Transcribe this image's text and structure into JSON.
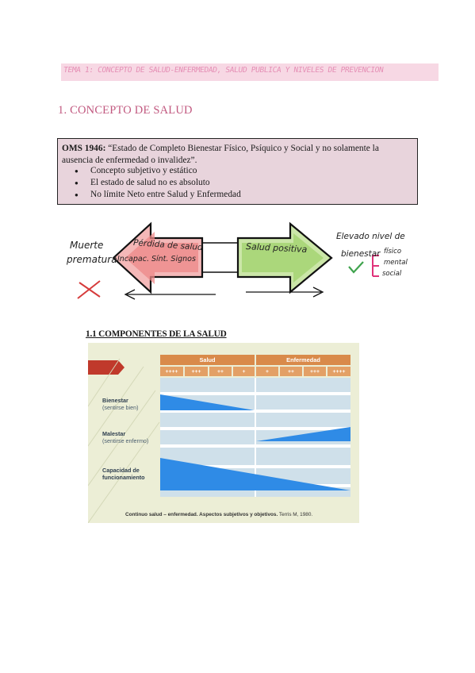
{
  "header": {
    "title": "TEMA 1: CONCEPTO DE SALUD-ENFERMEDAD, SALUD PUBLICA Y NIVELES DE PREVENCION"
  },
  "section1": {
    "heading": "1. CONCEPTO DE SALUD",
    "oms": {
      "label": "OMS 1946:",
      "definition": "“Estado de Completo Bienestar Físico, Psíquico y Social y no solamente la ausencia de enfermedad o invalidez”.",
      "bullets": [
        "Concepto subjetivo y estático",
        "El estado de salud no es absoluto",
        "No límite Neto entre Salud y Enfermedad"
      ]
    },
    "drawing": {
      "left_label_line1": "Muerte",
      "left_label_line2": "prematura",
      "left_mark": "X",
      "left_arrow_line1": "Pérdida de salud",
      "left_arrow_line2": "Incapac. Sínt. Signos",
      "right_arrow_text": "Salud positiva",
      "right_label_line1": "Elevado nivel de",
      "right_label_line2": "bienestar",
      "right_check": "✓",
      "right_items": [
        "físico",
        "mental",
        "social"
      ],
      "colors": {
        "left_fill": "#f29a9a",
        "right_fill": "#a9d37a",
        "check": "#3fa34d",
        "bracket": "#e0337a"
      }
    }
  },
  "section11": {
    "heading": "1.1 COMPONENTES DE LA SALUD",
    "figure": {
      "col_headers": [
        "Salud",
        "Enfermedad"
      ],
      "salud_ticks": [
        "++++",
        "+++",
        "++",
        "+"
      ],
      "enfermedad_ticks": [
        "+",
        "++",
        "+++",
        "++++"
      ],
      "rows": [
        {
          "title": "Bienestar",
          "subtitle": "(sentirse bien)"
        },
        {
          "title": "Malestar",
          "subtitle": "(sentirse enfermo)"
        },
        {
          "title": "Capacidad de funcionamiento",
          "subtitle": ""
        }
      ],
      "caption_bold": "Continuo salud – enfermedad. Aspectos subjetivos y objetivos.",
      "caption_ref": "Terris M, 1980.",
      "colors": {
        "header": "#d98a4a",
        "tick": "#e3a066",
        "wedge": "#2f8be6",
        "band": "#cfe0ea",
        "bg": "#eceed6",
        "ribbon": "#c0392b"
      }
    }
  }
}
